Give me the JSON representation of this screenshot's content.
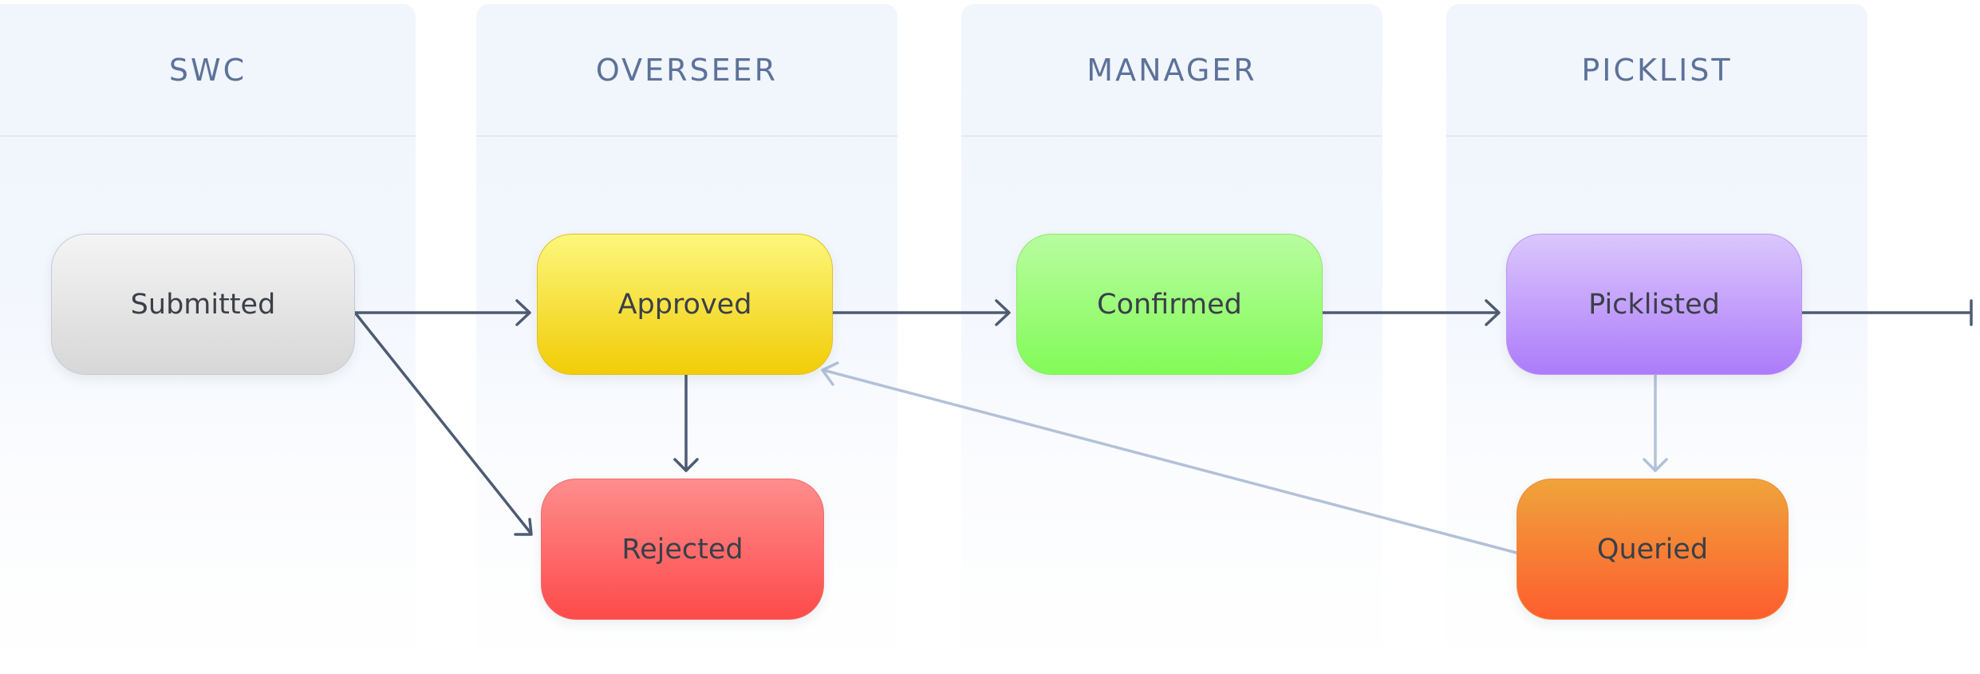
{
  "lanes": [
    {
      "title": "SWC"
    },
    {
      "title": "OVERSEER"
    },
    {
      "title": "MANAGER"
    },
    {
      "title": "PICKLIST"
    }
  ],
  "nodes": {
    "submitted": {
      "label": "Submitted",
      "color_top": "#f4f4f4",
      "color_bottom": "#d7d7d7"
    },
    "approved": {
      "label": "Approved",
      "color_top": "#fcf77c",
      "color_bottom": "#f2cc07"
    },
    "confirmed": {
      "label": "Confirmed",
      "color_top": "#b8fc9f",
      "color_bottom": "#82fb58"
    },
    "picklisted": {
      "label": "Picklisted",
      "color_top": "#dbc7fd",
      "color_bottom": "#ad7bfa"
    },
    "rejected": {
      "label": "Rejected",
      "color_top": "#ff8d8d",
      "color_bottom": "#fd4a4a"
    },
    "queried": {
      "label": "Queried",
      "color_top": "#efa43b",
      "color_bottom": "#fe5d2e"
    }
  },
  "edges": [
    {
      "from": "Submitted",
      "to": "Approved",
      "color": "#4d5b73"
    },
    {
      "from": "Submitted",
      "to": "Rejected",
      "color": "#4d5b73"
    },
    {
      "from": "Approved",
      "to": "Rejected",
      "color": "#4d5b73"
    },
    {
      "from": "Approved",
      "to": "Confirmed",
      "color": "#4d5b73"
    },
    {
      "from": "Confirmed",
      "to": "Picklisted",
      "color": "#4d5b73"
    },
    {
      "from": "Picklisted",
      "to": "end",
      "color": "#4d5b73"
    },
    {
      "from": "Picklisted",
      "to": "Queried",
      "color": "#b3c1d8"
    },
    {
      "from": "Queried",
      "to": "Approved",
      "color": "#b3c1d8"
    }
  ]
}
